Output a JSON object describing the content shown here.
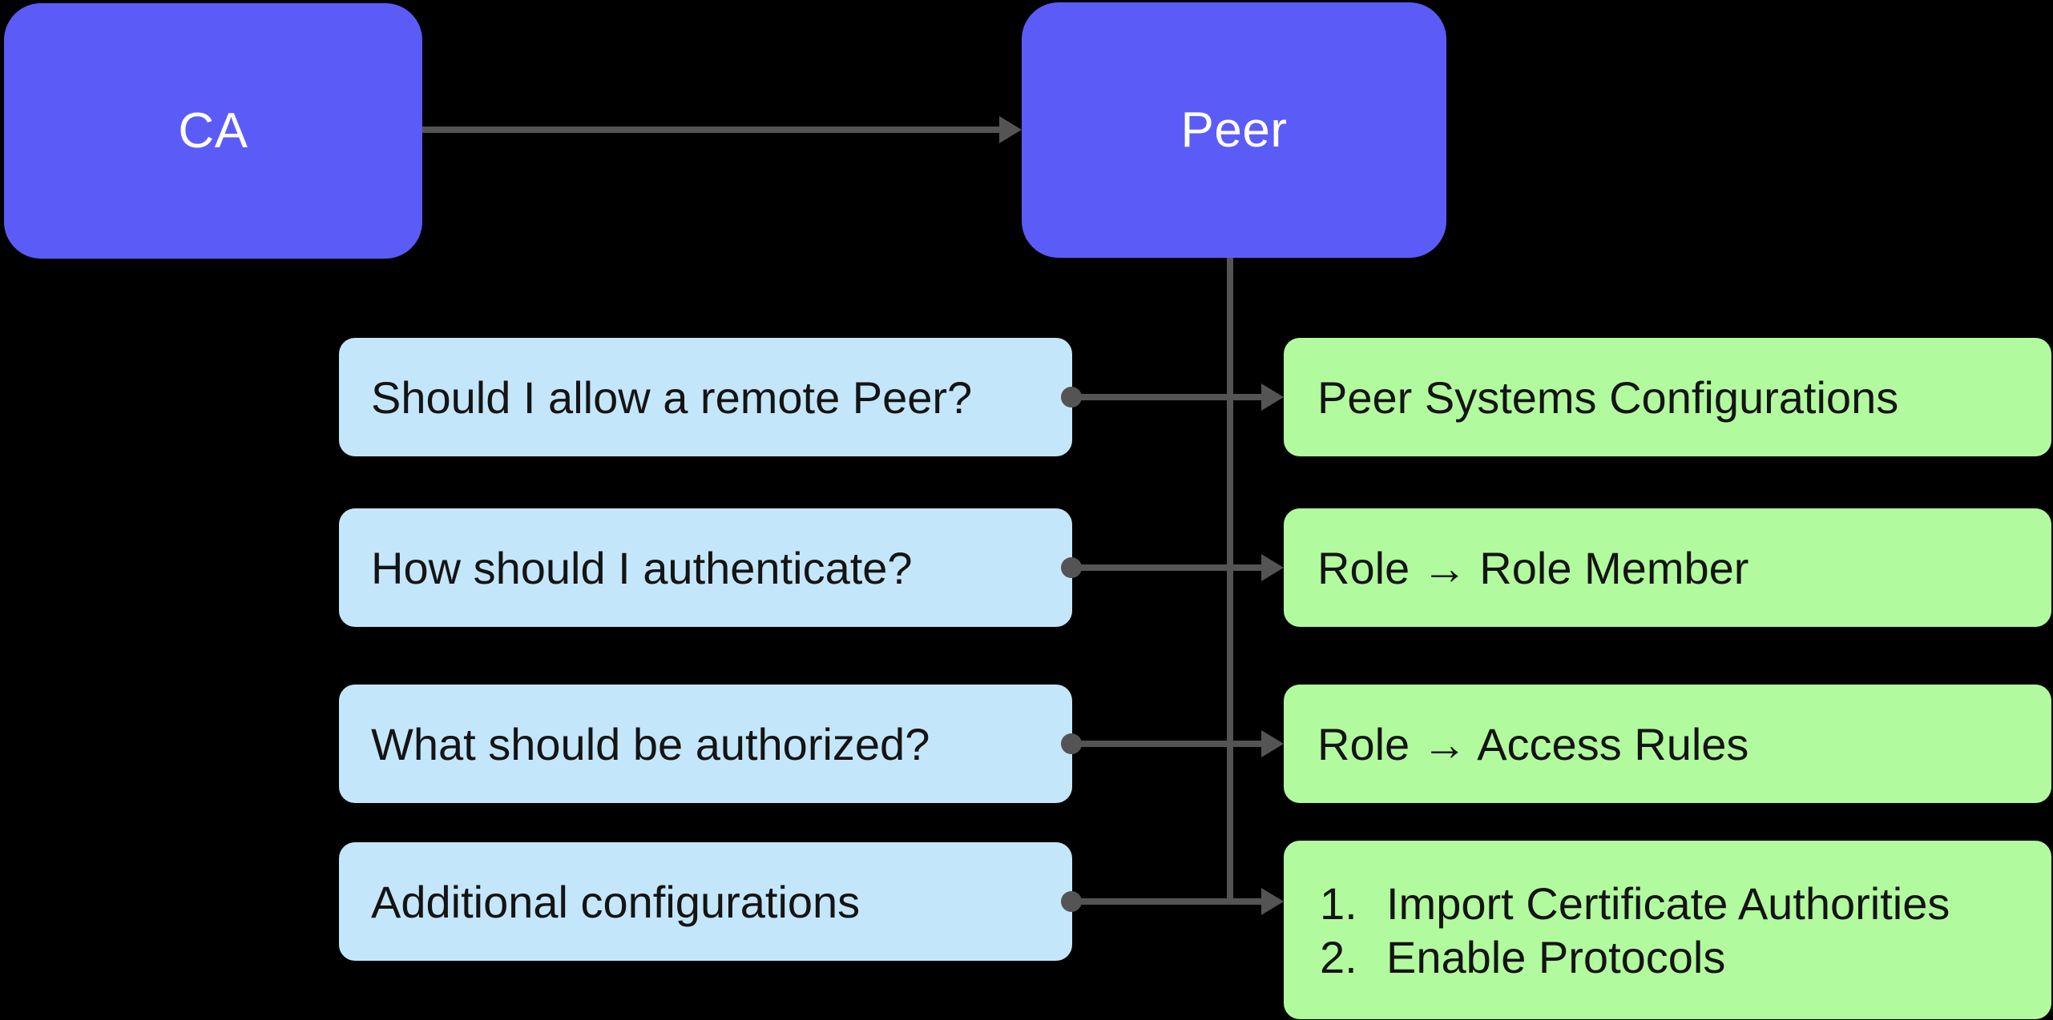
{
  "nodes": {
    "ca": "CA",
    "peer": "Peer"
  },
  "rows": [
    {
      "question": "Should I allow a remote Peer?",
      "answer": "Peer Systems Configurations"
    },
    {
      "question": "How should I authenticate?",
      "answer": "Role → Role Member"
    },
    {
      "question": "What should be authorized?",
      "answer": "Role → Access Rules"
    },
    {
      "question": "Additional configurations",
      "answer_items": [
        {
          "num": "1.",
          "text": "Import Certificate Authorities"
        },
        {
          "num": "2.",
          "text": "Enable Protocols"
        }
      ]
    }
  ],
  "colors": {
    "background": "#000000",
    "node_fill": "#5B5CF7",
    "node_text": "#FFFFFF",
    "question_fill": "#C4E6FA",
    "answer_fill": "#B2FA9E",
    "connector": "#545454",
    "box_text": "#141414"
  }
}
